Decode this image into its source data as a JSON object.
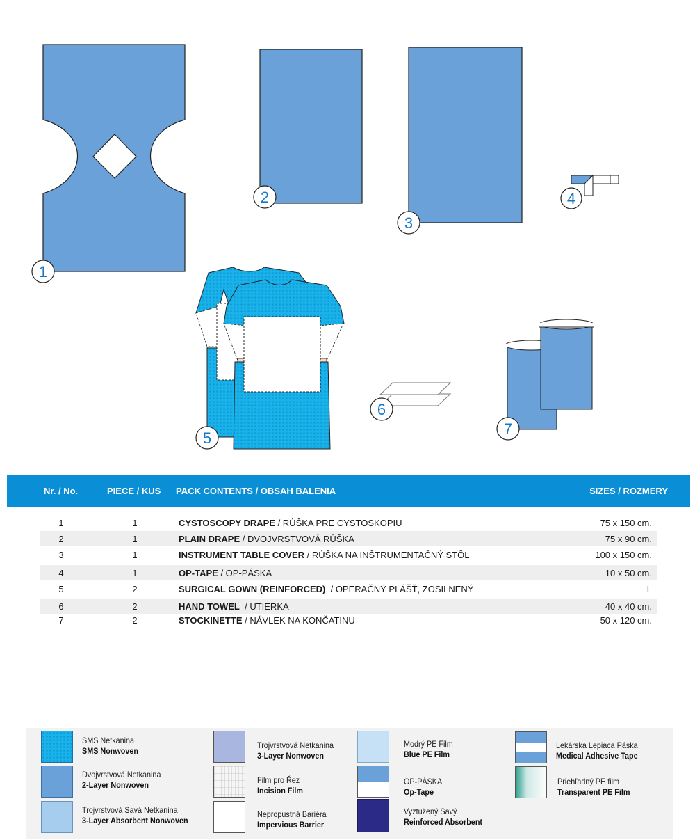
{
  "figure": {
    "labels": [
      "1",
      "2",
      "3",
      "4",
      "5",
      "6",
      "7"
    ]
  },
  "table": {
    "headers": {
      "nr": "Nr. / No.",
      "piece": "PIECE / KUS",
      "content": "PACK CONTENTS / OBSAH BALENIA",
      "size": "SIZES / ROZMERY"
    },
    "rows": [
      {
        "nr": "1",
        "piece": "1",
        "name": "CYSTOSCOPY DRAPE",
        "desc": " / RÚŠKA PRE CYSTOSKOPIU",
        "size": "75 x 150 cm."
      },
      {
        "nr": "2",
        "piece": "1",
        "name": "PLAIN DRAPE",
        "desc": " / DVOJVRSTVOVÁ RÚŠKA",
        "size": "75 x 90 cm."
      },
      {
        "nr": "3",
        "piece": "1",
        "name": "INSTRUMENT TABLE COVER",
        "desc": " / RÚŠKA NA INŠTRUMENTAČNÝ STÔL",
        "size": "100 x 150 cm."
      },
      {
        "nr": "4",
        "piece": "1",
        "name": "OP-TAPE",
        "desc": " / OP-PÁSKA",
        "size": "10 x 50 cm."
      },
      {
        "nr": "5",
        "piece": "2",
        "name": "SURGICAL GOWN (REINFORCED)",
        "desc": "  / OPERAČNÝ PLÁŠŤ, ZOSILNENÝ",
        "size": "L"
      },
      {
        "nr": "6",
        "piece": "2",
        "name": "HAND TOWEL",
        "desc": "  / UTIERKA",
        "size": "40 x 40 cm."
      },
      {
        "nr": "7",
        "piece": "2",
        "name": "STOCKINETTE",
        "desc": " / NÁVLEK NA KONČATINU",
        "size": "50 x 120 cm."
      }
    ]
  },
  "legend": [
    {
      "line1": "SMS Netkanina",
      "line2": "SMS Nonwoven",
      "swatch": "sms"
    },
    {
      "line1": "Dvojvrstvová Netkanina",
      "line2": "2-Layer Nonwoven",
      "swatch": "twolayer"
    },
    {
      "line1": "Trojvrstvová Savá Netkanina",
      "line2": "3-Layer Absorbent Nonwoven",
      "swatch": "absorbent"
    },
    {
      "line1": "Trojvrstvová Netkanina",
      "line2": "3-Layer Nonwoven",
      "swatch": "threelayer"
    },
    {
      "line1": "Film pro Řez",
      "line2": "Incision Film",
      "swatch": "incision"
    },
    {
      "line1": "Nepropustná Bariéra",
      "line2": "Impervious Barrier",
      "swatch": "impervious"
    },
    {
      "line1": "Modrý PE Film",
      "line2": "Blue PE Film",
      "swatch": "bluepe"
    },
    {
      "line1": "OP-PÁSKA",
      "line2": "Op-Tape",
      "swatch": "optape"
    },
    {
      "line1": "Vyztužený Savý",
      "line2": "Reinforced Absorbent",
      "swatch": "reinforced"
    },
    {
      "line1": "Lekárska Lepiaca Páska",
      "line2": "Medical Adhesive Tape",
      "swatch": "medtape"
    },
    {
      "line1": "Priehľadný PE film",
      "line2": "Transparent PE Film",
      "swatch": "transparent"
    }
  ],
  "colors": {
    "header_bg": "#0a8fd6",
    "drape_blue": "#6aa1d8",
    "sms_cyan": "#1bb3ea",
    "number_blue": "#1577c7",
    "row_alt": "#eeeeee",
    "navy": "#2b2a86"
  }
}
